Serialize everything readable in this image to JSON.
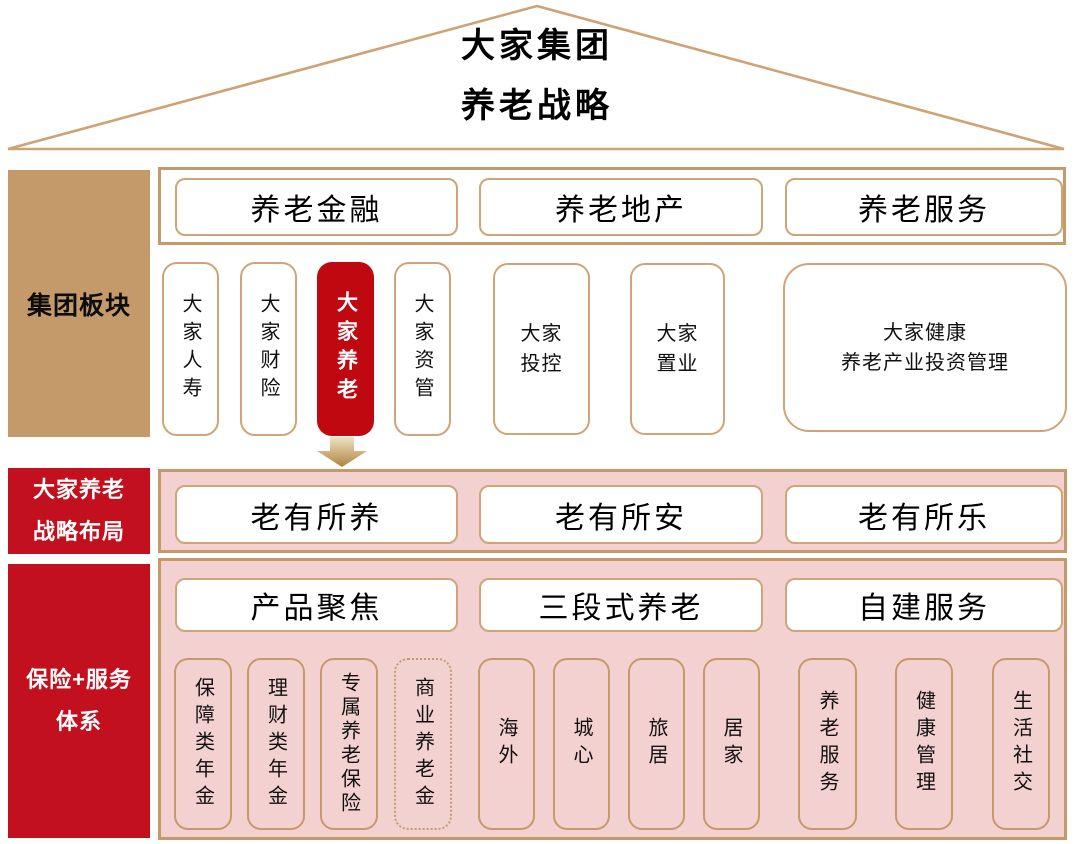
{
  "title": {
    "text": "大家集团\n养老战略"
  },
  "sidebar": {
    "group_label": "集团板块",
    "strategy_label": "大家养老\n战略布局",
    "system_label": "保险+服务\n体系"
  },
  "sectors": [
    "养老金融",
    "养老地产",
    "养老服务"
  ],
  "companies": [
    "大家人寿",
    "大家财险",
    "大家养老",
    "大家资管",
    "大家\n投控",
    "大家\n置业",
    "大家健康\n养老产业投资管理"
  ],
  "strategy_boxes": [
    "老有所养",
    "老有所安",
    "老有所乐"
  ],
  "system_headers": [
    "产品聚焦",
    "三段式养老",
    "自建服务"
  ],
  "products": [
    "保障类年金",
    "理财类年金",
    "专属养老保险",
    "商业养老金"
  ],
  "living_modes": [
    "海外",
    "城心",
    "旅居",
    "居家"
  ],
  "services": [
    "养老服务",
    "健康管理",
    "生活社交"
  ],
  "icons": {
    "roof": "roof-outline-icon",
    "down_arrow": "down-arrow-icon"
  },
  "colors": {
    "tan": "#C59A6B",
    "box_border": "#D0A476",
    "sidebar_red": "#C2101F",
    "highlight_red": "#C00811",
    "panel_pink": "#F3D1D0",
    "arrow_gold_light": "#EFE3C2",
    "arrow_gold_dark": "#AC8340"
  }
}
